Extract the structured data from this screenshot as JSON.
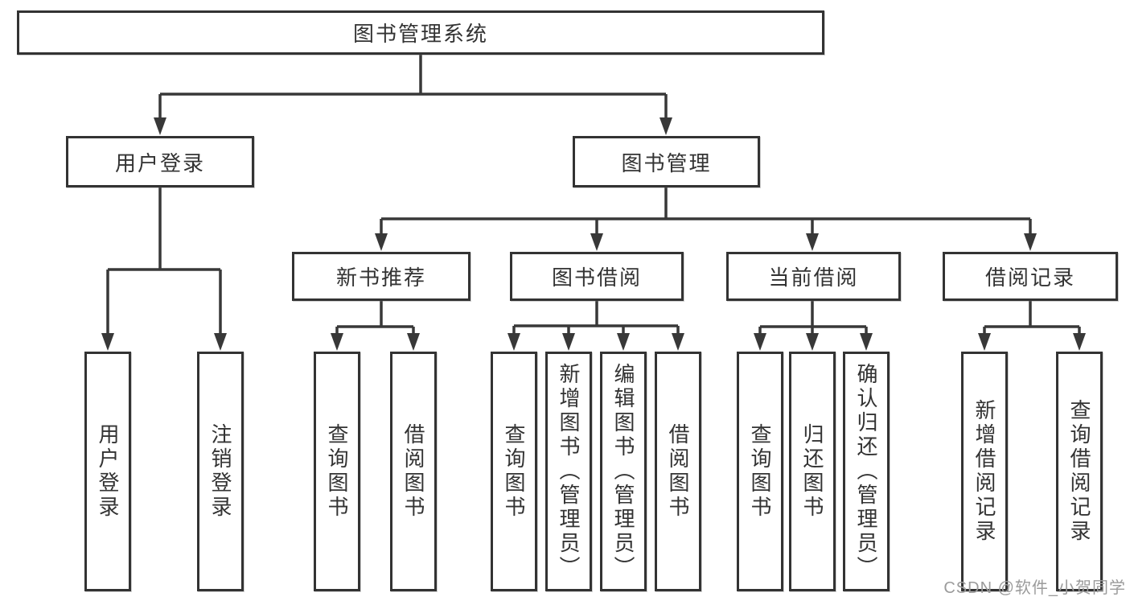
{
  "diagram": {
    "root": {
      "label": "图书管理系统"
    },
    "user_branch": {
      "label": "用户登录",
      "children": [
        {
          "label": "用户登录"
        },
        {
          "label": "注销登录"
        }
      ]
    },
    "book_branch": {
      "label": "图书管理",
      "sections": [
        {
          "label": "新书推荐",
          "children": [
            {
              "label": "查询图书"
            },
            {
              "label": "借阅图书"
            }
          ]
        },
        {
          "label": "图书借阅",
          "children": [
            {
              "label": "查询图书"
            },
            {
              "label": "新增图书（管理员）"
            },
            {
              "label": "编辑图书（管理员）"
            },
            {
              "label": "借阅图书"
            }
          ]
        },
        {
          "label": "当前借阅",
          "children": [
            {
              "label": "查询图书"
            },
            {
              "label": "归还图书"
            },
            {
              "label": "确认归还（管理员）"
            }
          ]
        },
        {
          "label": "借阅记录",
          "children": [
            {
              "label": "新增借阅记录"
            },
            {
              "label": "查询借阅记录"
            }
          ]
        }
      ]
    }
  },
  "watermark": {
    "text": "CSDN @软件_小贺同学"
  },
  "colors": {
    "line": "#383838",
    "box_border": "#333333",
    "box_fill": "#ffffff",
    "text": "#333333",
    "watermark": "#9b9b9b",
    "background": "#ffffff"
  }
}
